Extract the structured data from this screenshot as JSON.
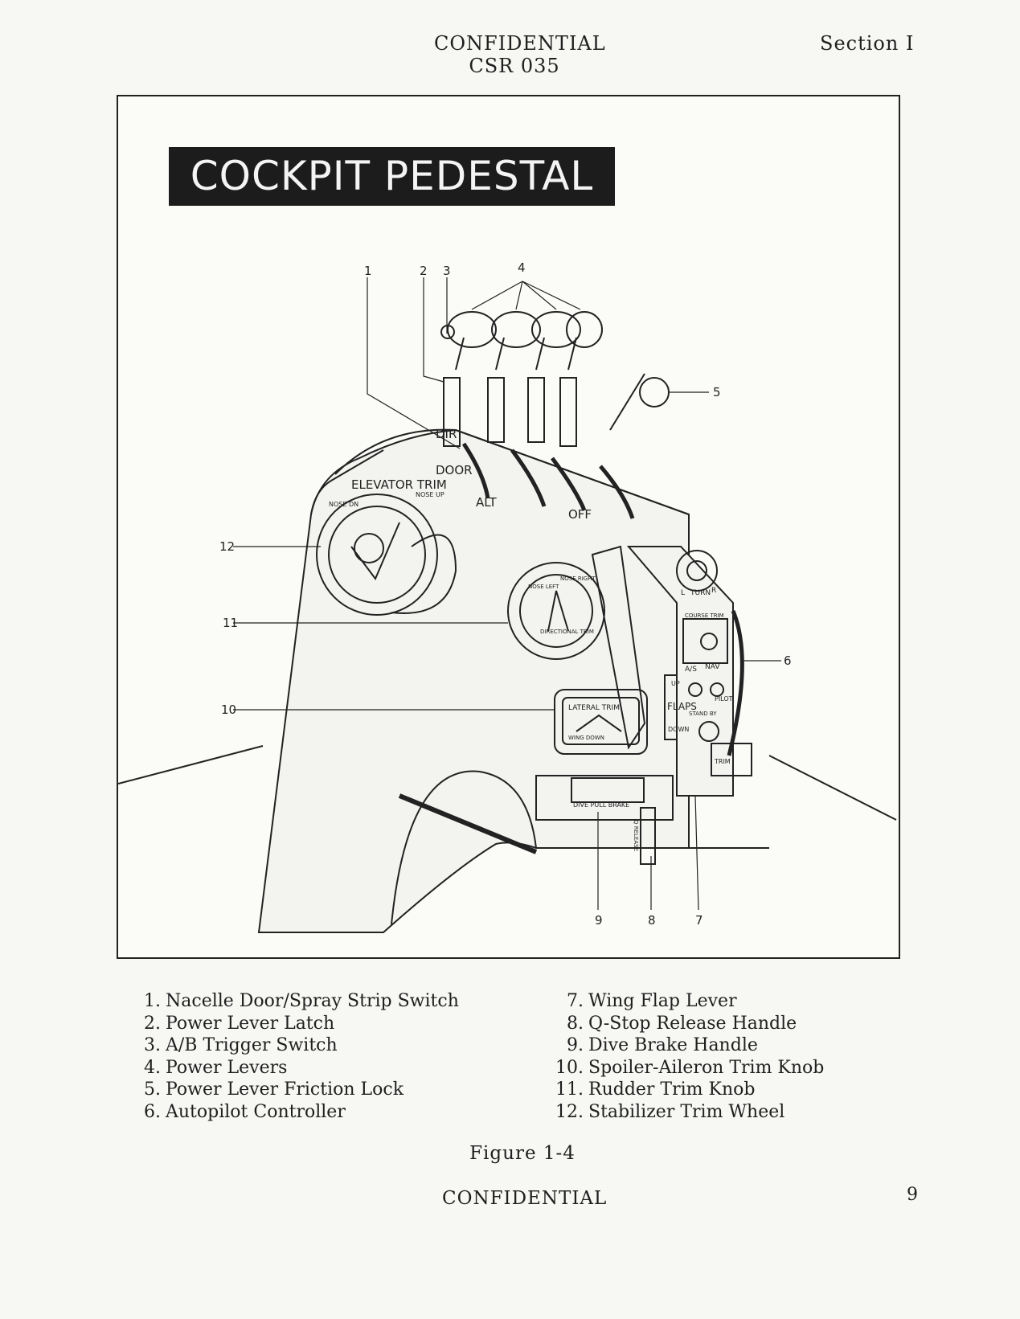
{
  "header": {
    "classification": "CONFIDENTIAL",
    "document_id": "CSR 035",
    "section": "Section I"
  },
  "figure": {
    "title": "COCKPIT PEDESTAL",
    "callouts": [
      "1",
      "2",
      "3",
      "4",
      "5",
      "6",
      "7",
      "8",
      "9",
      "10",
      "11",
      "12"
    ],
    "panel_labels": {
      "elevator_trim": "ELEVATOR TRIM",
      "nose_dn": "NOSE DN",
      "nose_up": "NOSE UP",
      "dir": "DIR",
      "door": "DOOR",
      "alt": "ALT",
      "off": "OFF",
      "directional_trim": "DIRECTIONAL TRIM",
      "nose_left": "NOSE LEFT",
      "nose_right": "NOSE RIGHT",
      "lateral_trim": "LATERAL TRIM",
      "wing_down": "WING DOWN",
      "flaps": "FLAPS",
      "up": "UP",
      "down": "DOWN",
      "turn": "TURN",
      "course_trim": "COURSE TRIM",
      "as": "A/S",
      "nav": "NAV",
      "pilot": "PILOT",
      "stand_by": "STAND BY",
      "dive_pull_brake": "DIVE PULL BRAKE",
      "q_release": "Q RELEASE",
      "trim": "TRIM",
      "l": "L",
      "r": "R"
    }
  },
  "legend": {
    "left": [
      {
        "num": "1.",
        "label": "Nacelle Door/Spray Strip Switch"
      },
      {
        "num": "2.",
        "label": "Power Lever Latch"
      },
      {
        "num": "3.",
        "label": "A/B Trigger Switch"
      },
      {
        "num": "4.",
        "label": "Power Levers"
      },
      {
        "num": "5.",
        "label": "Power Lever Friction Lock"
      },
      {
        "num": "6.",
        "label": "Autopilot Controller"
      }
    ],
    "right": [
      {
        "num": "7.",
        "label": "Wing Flap Lever"
      },
      {
        "num": "8.",
        "label": "Q-Stop Release Handle"
      },
      {
        "num": "9.",
        "label": "Dive Brake Handle"
      },
      {
        "num": "10.",
        "label": "Spoiler-Aileron Trim Knob"
      },
      {
        "num": "11.",
        "label": "Rudder Trim Knob"
      },
      {
        "num": "12.",
        "label": "Stabilizer Trim Wheel"
      }
    ]
  },
  "caption": "Figure 1-4",
  "footer": {
    "classification": "CONFIDENTIAL",
    "page_number": "9"
  }
}
